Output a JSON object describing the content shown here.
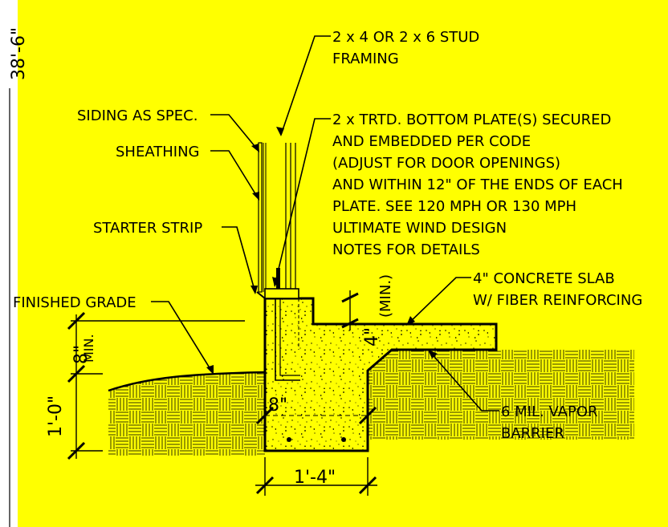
{
  "colors": {
    "background": "#ffff00",
    "left_margin": "#ffffff",
    "ink": "#000000"
  },
  "labels": {
    "stud_framing": [
      "2 x 4 OR 2 x 6  STUD",
      "FRAMING"
    ],
    "bottom_plate": [
      "2 x  TRTD. BOTTOM PLATE(S)  SECURED",
      "AND EMBEDDED PER CODE",
      "(ADJUST FOR DOOR OPENINGS)",
      "AND WITHIN 12\" OF THE ENDS OF EACH",
      "PLATE. SEE 120 MPH OR 130 MPH",
      "ULTIMATE WIND DESIGN",
      "NOTES FOR DETAILS"
    ],
    "siding": "SIDING AS SPEC.",
    "sheathing": "SHEATHING",
    "starter_strip": "STARTER STRIP",
    "finished_grade": "FINISHED GRADE",
    "concrete_slab": [
      "4\" CONCRETE SLAB",
      "W/ FIBER REINFORCING"
    ],
    "vapor_barrier": [
      "6 MIL. VAPOR",
      "BARRIER"
    ]
  },
  "dimensions": {
    "overall_height": "38'-6\"",
    "grade_min": "8\"",
    "grade_min_note": "MIN.",
    "footing_depth": "1'-0\"",
    "stem_width": "8\"",
    "footing_width": "1'-4\"",
    "slab_thickness": "4\"",
    "slab_min_note": "(MIN.)"
  }
}
